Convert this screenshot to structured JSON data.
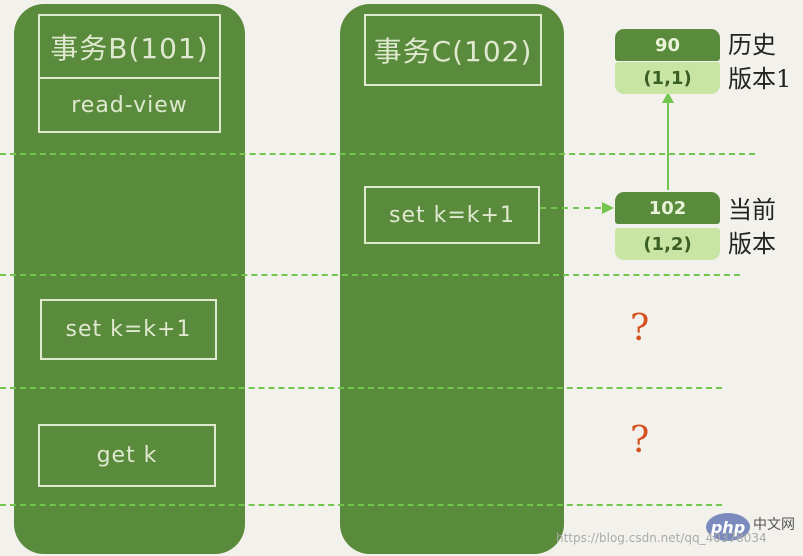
{
  "transaction_b": {
    "title": "事务B(101)",
    "read_view": "read-view",
    "op_set": "set k=k+1",
    "op_get": "get k"
  },
  "transaction_c": {
    "title": "事务C(102)",
    "op_set": "set k=k+1"
  },
  "versions": {
    "history": {
      "value": "90",
      "trx": "(1,1)",
      "label_line1": "历史",
      "label_line2": "版本1"
    },
    "current": {
      "value": "102",
      "trx": "(1,2)",
      "label_line1": "当前",
      "label_line2": "版本"
    }
  },
  "unknown_marks": [
    "?",
    "?"
  ],
  "watermark": {
    "php": "php",
    "cn": "中文网",
    "url": "https://blog.csdn.net/qq_40378034"
  },
  "colors": {
    "panel_green": "#5a8a3c",
    "light_green": "#c9e5a3",
    "dash_green": "#72c64e",
    "question_orange": "#d4521f"
  }
}
